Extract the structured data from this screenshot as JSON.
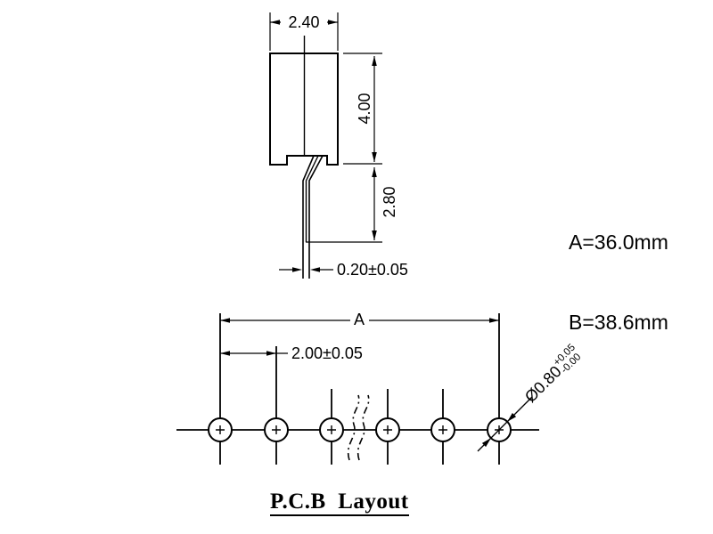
{
  "drawing": {
    "colors": {
      "background": "#ffffff",
      "line": "#000000"
    },
    "side_view": {
      "width_dim": "2.40",
      "height_dim": "4.00",
      "pin_length_dim": "2.80",
      "pin_thickness_dim": "0.20±0.05"
    },
    "notes": {
      "a": "A=36.0mm",
      "b": "B=38.6mm"
    },
    "pcb_layout": {
      "span_dim": "A",
      "pitch_dim": "2.00±0.05",
      "hole_count": 6,
      "hole_dia": "Ø0.80",
      "hole_dia_tol_plus": "+0.05",
      "hole_dia_tol_minus": "-0.00",
      "caption": "P.C.B  Layout"
    }
  }
}
